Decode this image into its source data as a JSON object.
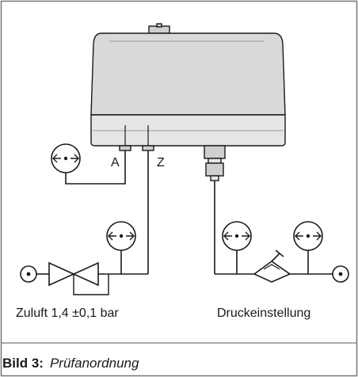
{
  "diagram": {
    "port_labels": {
      "a": "A",
      "z": "Z"
    },
    "supply_label": "Zuluft 1,4 ±0,1 bar",
    "pressure_setting_label": "Druckeinstellung"
  },
  "caption": {
    "label": "Bild 3:",
    "title": "Prüfanordnung"
  },
  "colors": {
    "housing_fill": "#d9d9d9",
    "housing_base_fill": "#e6e6e6",
    "stroke": "#1a1a1a",
    "frame": "#555555"
  },
  "icons": {
    "gauge": "pressure-gauge-icon",
    "valve": "valve-icon",
    "reducer": "pressure-reducer-icon",
    "source": "supply-connection-icon"
  }
}
